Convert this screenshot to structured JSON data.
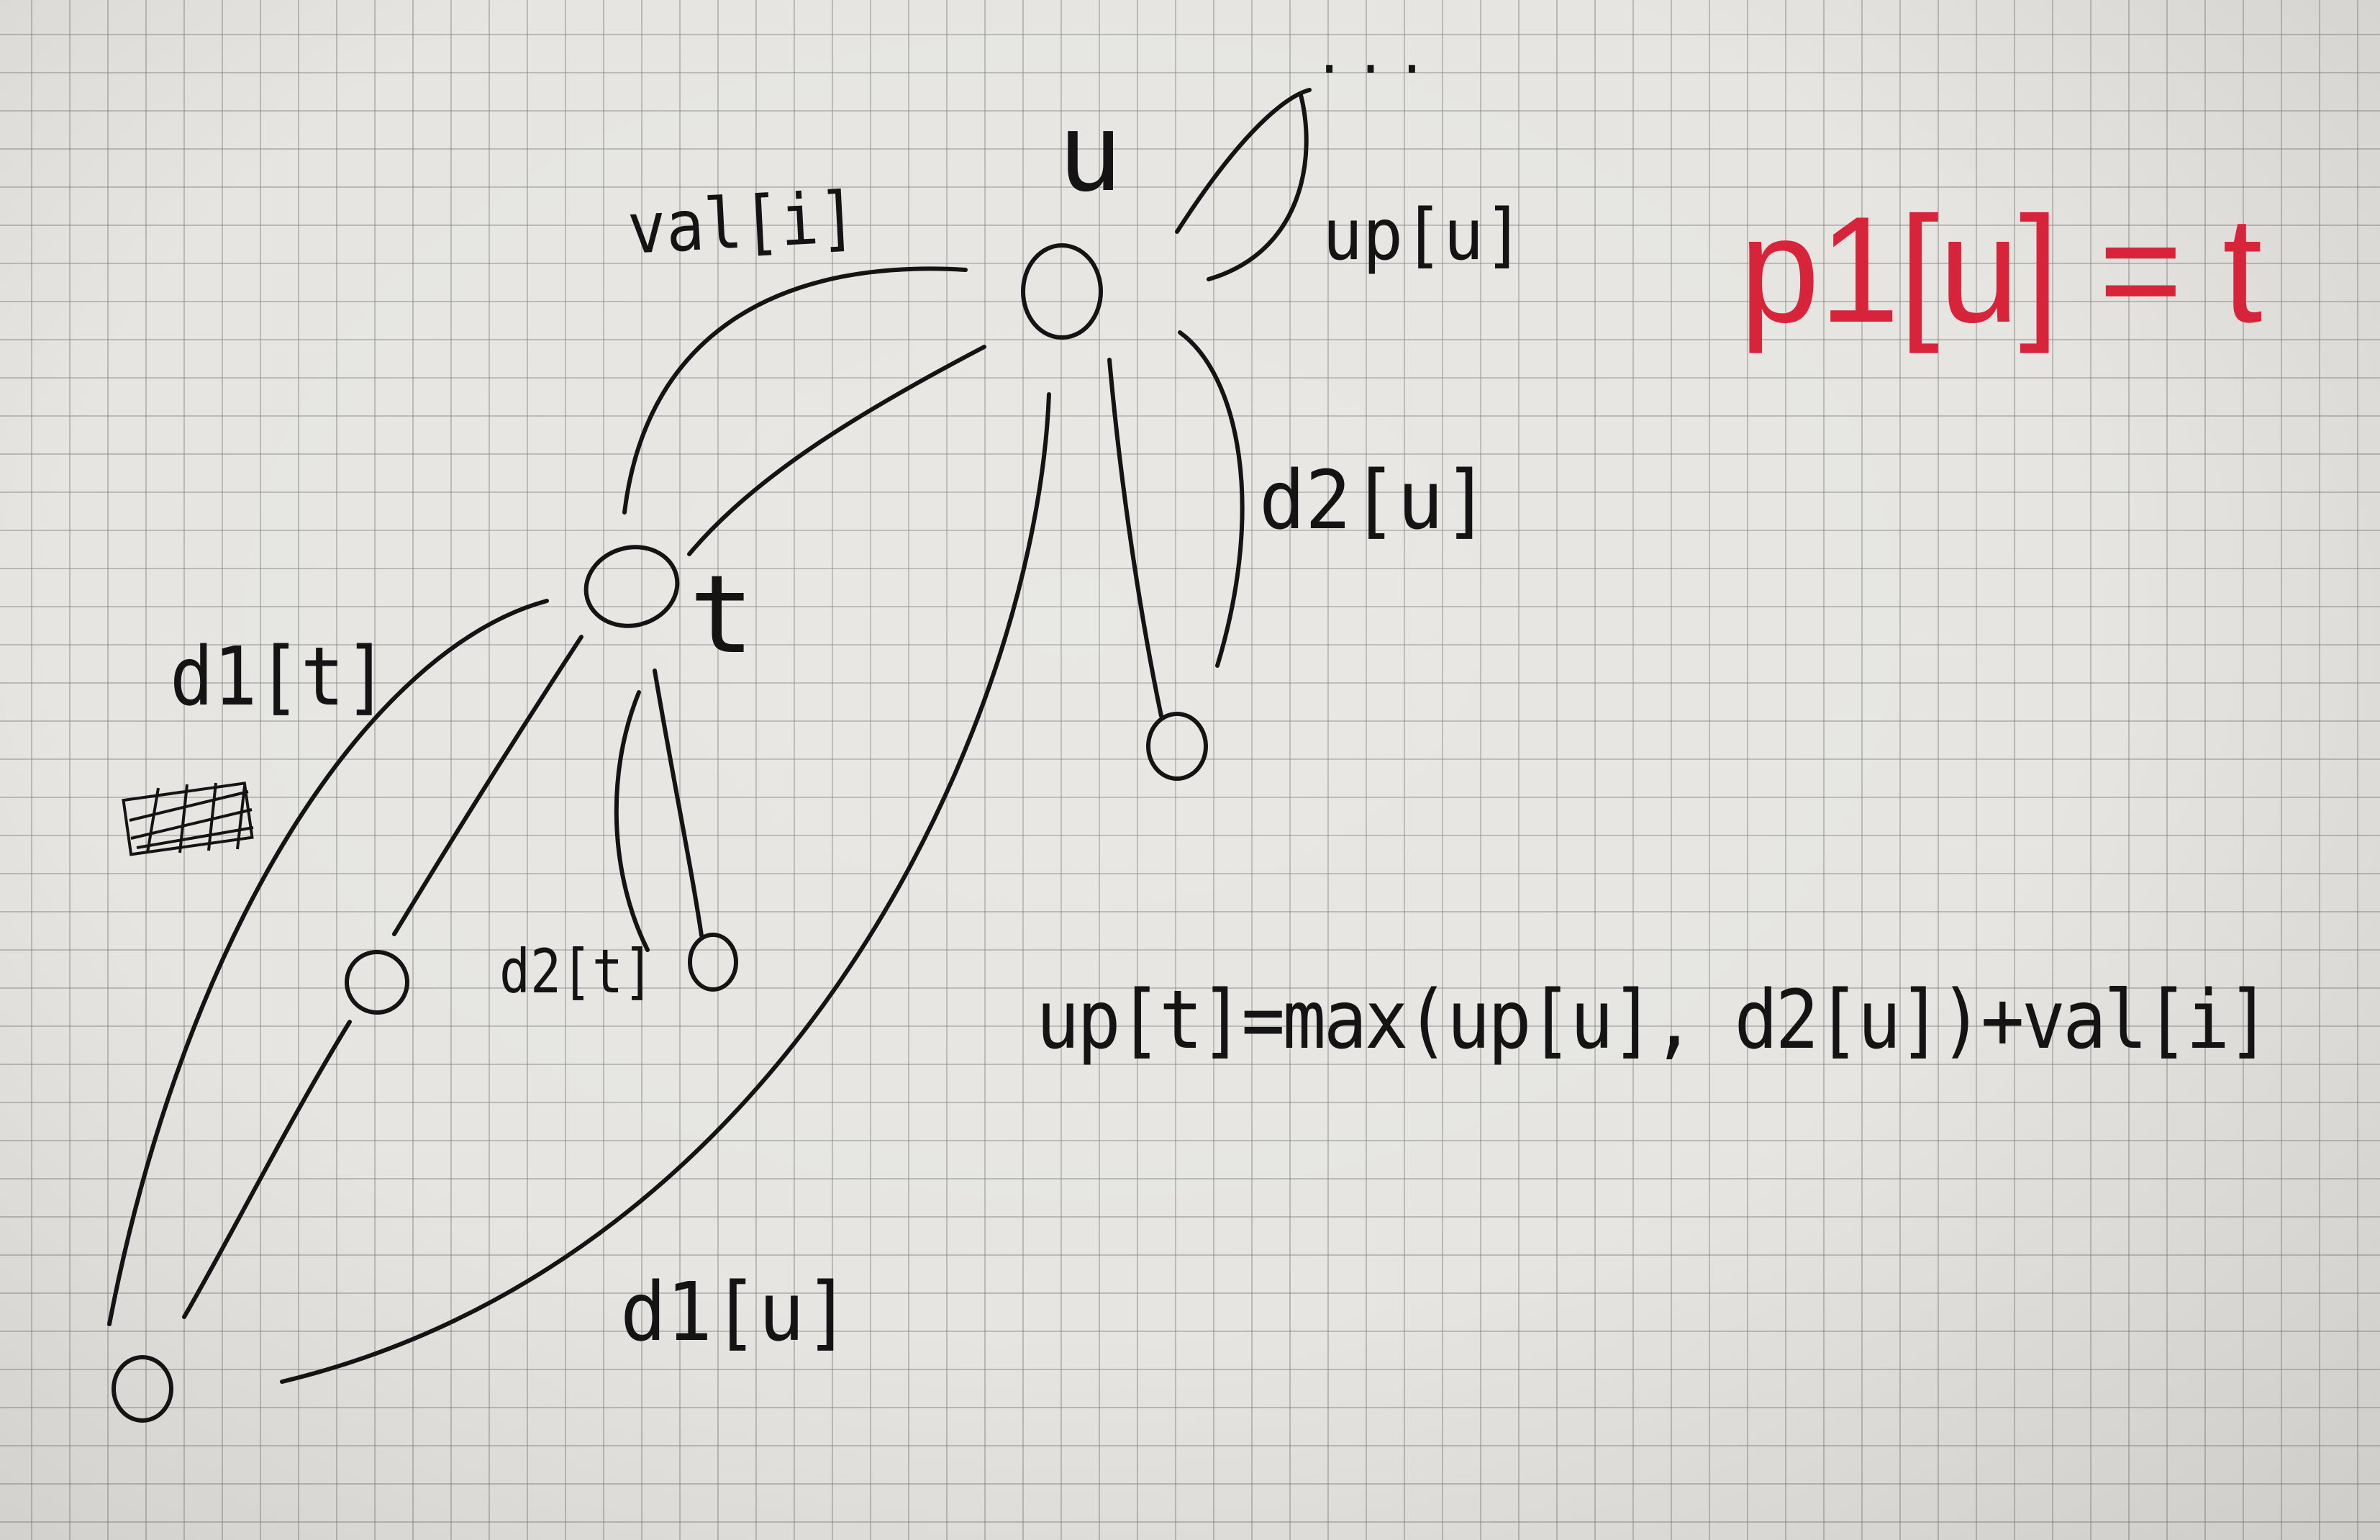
{
  "diagram": {
    "nodes": [
      {
        "id": "u",
        "label": "u"
      },
      {
        "id": "t",
        "label": "t"
      }
    ],
    "labels": {
      "dots": "...",
      "u": "u",
      "val_i": "val[i]",
      "up_u": "up[u]",
      "d2_u": "d2[u]",
      "t": "t",
      "d1_t": "d1[t]",
      "d2_t": "d2[t]",
      "d1_u": "d1[u]",
      "up_t_formula": "up[t]=max(up[u], d2[u])+val[i]",
      "p1_formula": "p1[u] = t"
    },
    "colors": {
      "ink": "#141414",
      "red_ink": "#d8243a",
      "paper": "#e6e5e1",
      "grid": "#828280"
    }
  }
}
